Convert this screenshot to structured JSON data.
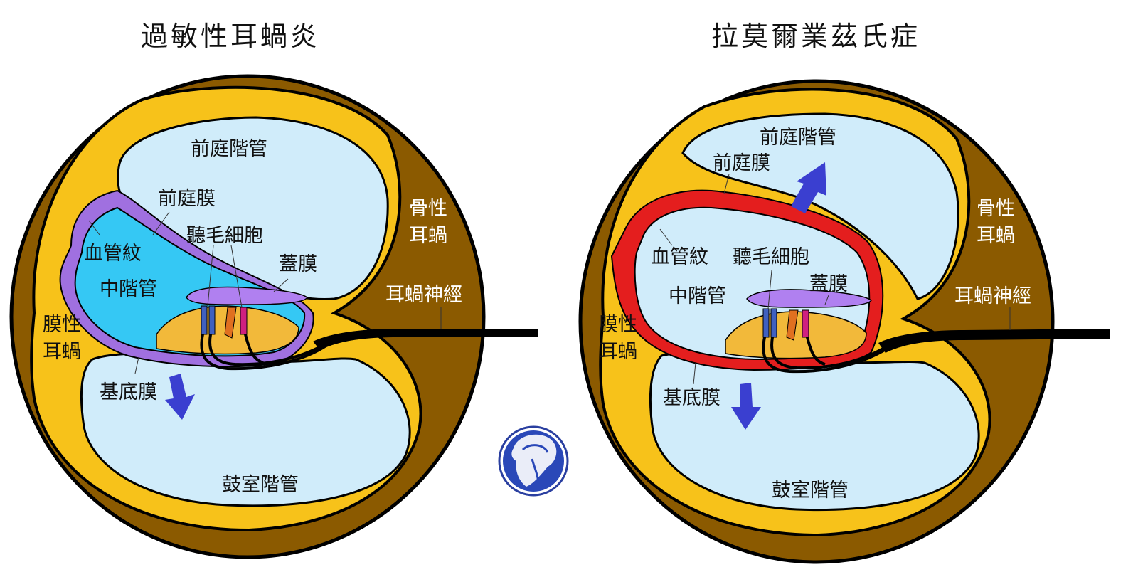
{
  "diagrams": [
    {
      "title": "過敏性耳蝸炎",
      "labels": {
        "scala_vestibuli": "前庭階管",
        "vestibular_membrane": "前庭膜",
        "hair_cells": "聽毛細胞",
        "stria_vascularis": "血管紋",
        "tectorial_membrane": "蓋膜",
        "scala_media": "中階管",
        "bony_cochlea_1": "骨性",
        "bony_cochlea_2": "耳蝸",
        "cochlear_nerve": "耳蝸神經",
        "membranous_cochlea_1": "膜性",
        "membranous_cochlea_2": "耳蝸",
        "basilar_membrane": "基底膜",
        "scala_tympani": "鼓室階管"
      }
    },
    {
      "title": "拉莫爾業茲氏症",
      "labels": {
        "scala_vestibuli": "前庭階管",
        "vestibular_membrane": "前庭膜",
        "bony_cochlea_1": "骨性",
        "bony_cochlea_2": "耳蝸",
        "stria_vascularis": "血管紋",
        "hair_cells": "聽毛細胞",
        "tectorial_membrane": "蓋膜",
        "scala_media": "中階管",
        "cochlear_nerve": "耳蝸神經",
        "membranous_cochlea_1": "膜性",
        "membranous_cochlea_2": "耳蝸",
        "basilar_membrane": "基底膜",
        "scala_tympani": "鼓室階管"
      }
    }
  ],
  "colors": {
    "bone": "#8B5A00",
    "membrane_yellow": "#F7C21A",
    "fluid_light_blue": "#D0ECFA",
    "endolymph_blue": "#35C8F4",
    "membrane_purple": "#A070E0",
    "hydrops_red": "#E41E1E",
    "arrow_blue": "#3A3FD0",
    "nerve_black": "#000000"
  },
  "icons": [
    "logo-head-icon"
  ]
}
